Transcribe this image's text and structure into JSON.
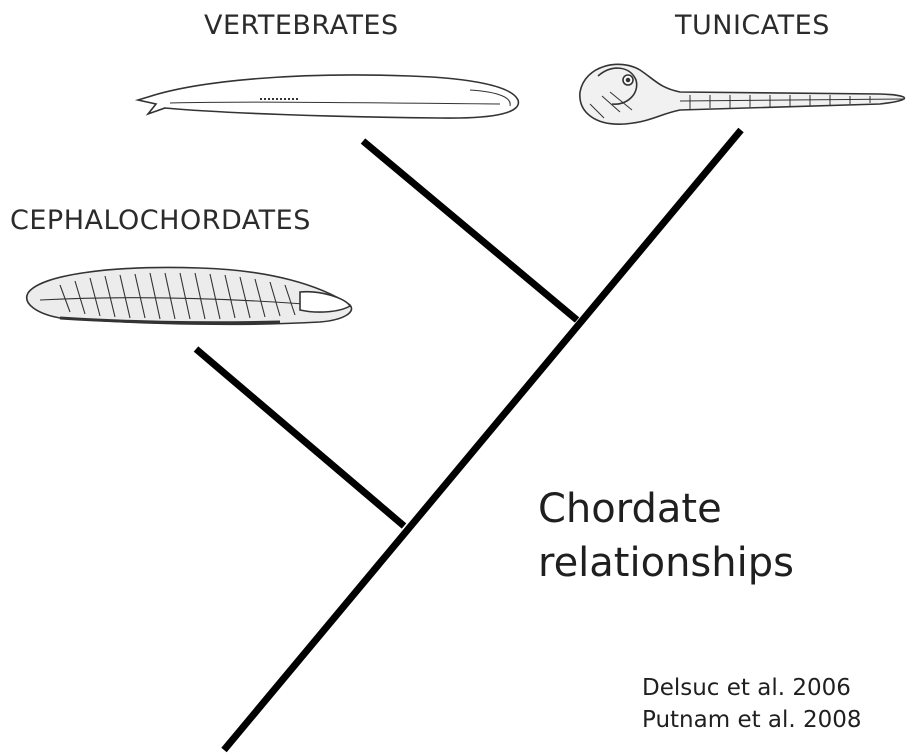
{
  "diagram": {
    "taxa": {
      "vertebrates": "VERTEBRATES",
      "tunicates": "TUNICATES",
      "cephalochordates": "CEPHALOCHORDATES"
    },
    "title_line1": "Chordate",
    "title_line2": "relationships",
    "references": [
      "Delsuc et al. 2006",
      "Putnam et al. 2008"
    ],
    "colors": {
      "branch": "#000000",
      "text": "#222222",
      "background": "#ffffff"
    },
    "illustrations": [
      "vertebrate-larva-illustration",
      "tunicate-larva-illustration",
      "lancelet-illustration"
    ]
  }
}
